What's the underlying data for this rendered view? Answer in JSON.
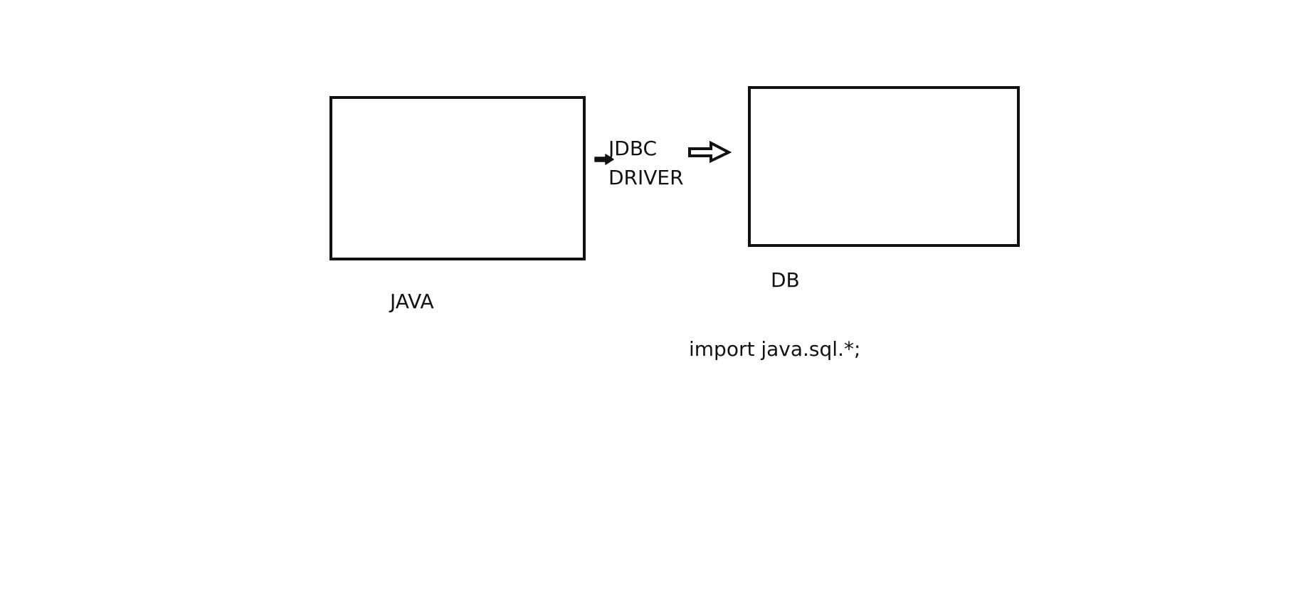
{
  "diagram": {
    "java_label": "JAVA",
    "db_label": "DB",
    "driver_line1": "JDBC",
    "driver_line2": "DRIVER",
    "import_statement": "import java.sql.*;"
  },
  "icons": {
    "small_arrow": "filled-right-arrow-icon",
    "big_arrow": "outline-right-arrow-icon"
  },
  "colors": {
    "stroke": "#111111",
    "background": "#ffffff"
  }
}
